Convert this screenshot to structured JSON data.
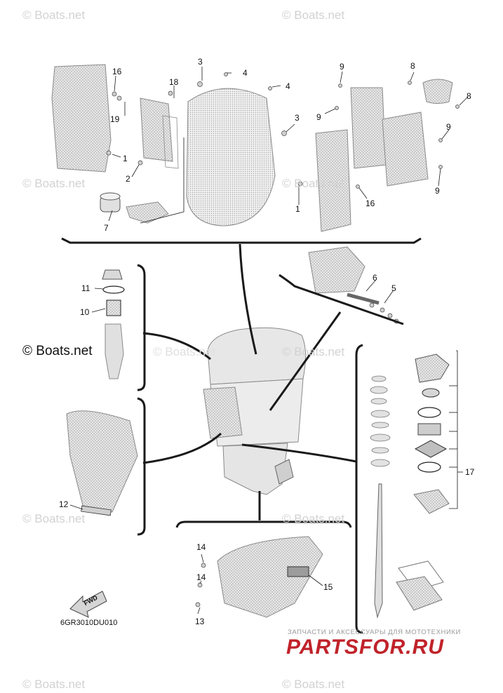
{
  "watermarks": [
    "© Boats.net",
    "© Boats.net",
    "© Boats.net",
    "© Boats.net",
    "© Boats.net",
    "© Boats.net",
    "© Boats.net",
    "© Boats.net",
    "© Boats.net",
    "© Boats.net"
  ],
  "watermark_main": "© Boats.net",
  "callouts": [
    "16",
    "3",
    "4",
    "4",
    "18",
    "19",
    "1",
    "2",
    "7",
    "3",
    "9",
    "9",
    "8",
    "8",
    "9",
    "9",
    "16",
    "1",
    "11",
    "10",
    "6",
    "5",
    "17",
    "12",
    "14",
    "14",
    "15",
    "13"
  ],
  "fwd_label": "FWD",
  "diagram_code": "6GR3010DU010",
  "brand_subtitle": "ЗАПЧАСТИ И АКСЕССУАРЫ ДЛЯ МОТОТЕХНИКИ",
  "brand_name": "PARTSFOR.RU",
  "colors": {
    "line": "#1a1a1a",
    "part_fill": "#e6e6e6",
    "part_stroke": "#8a8a8a",
    "brand": "#c0232a",
    "watermark": "#d2d2d2"
  }
}
